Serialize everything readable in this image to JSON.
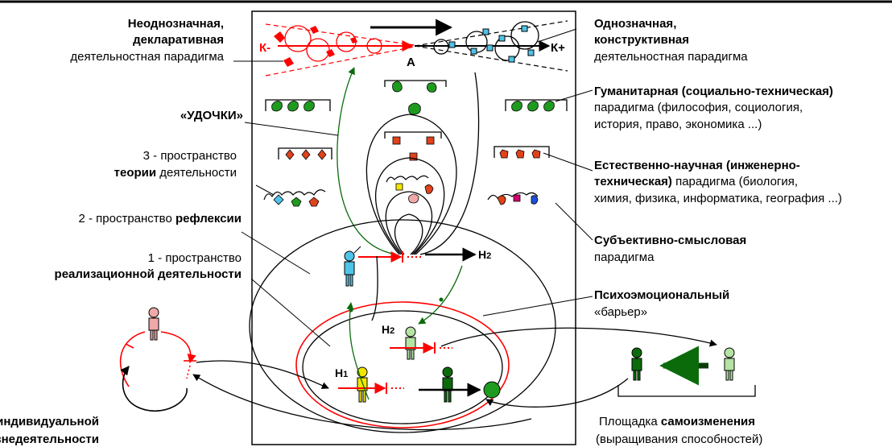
{
  "left_labels": {
    "declarative": {
      "line1": "Неоднозначная,",
      "line2": "декларативная",
      "line3": "деятельностная парадигма"
    },
    "udochki": "«УДОЧКИ»",
    "space3": {
      "line1": "3 - пространство",
      "bold": "теории",
      "rest": " деятельности"
    },
    "space2": {
      "plain": "2 - пространство ",
      "bold": "рефлексии"
    },
    "space1": {
      "line1": "1 - пространство",
      "line2": "реализационной деятельности"
    },
    "cycle": {
      "line1": "Цикл индивидуальной",
      "line2": "жизнедеятельности"
    }
  },
  "right_labels": {
    "constructive": {
      "line1": "Однозначная,",
      "line2": "конструктивная",
      "line3": "деятельностная парадигма"
    },
    "humanitarian": {
      "bold": "Гуманитарная (социально-техническая)",
      "line2": "парадигма (философия, социология,",
      "line3": "история, право, экономика ...)"
    },
    "natural": {
      "bold1": "Естественно-научная (инженерно-",
      "bold2": "техническая)",
      "rest2": " парадигма (биология,",
      "line3": "химия, физика, информатика, география ...)"
    },
    "subjective": {
      "bold": "Субъективно-смысловая",
      "line2": "парадигма"
    },
    "psycho": {
      "bold": "Психоэмоциональный",
      "line2": "«барьер»"
    },
    "selfchange": {
      "plain": "Площадка ",
      "bold": "самоизменения",
      "line2": "(выращивания способностей)"
    }
  },
  "diagram": {
    "k_minus": "К-",
    "k_plus": "К+",
    "point_a": "А",
    "h1": "Н",
    "h2": "Н",
    "sub2": "2",
    "sub1": "1"
  },
  "colors": {
    "red": "#ff0000",
    "dark_green": "#0b6b0b",
    "green": "#1e9b1e",
    "light_green": "#b5e3a3",
    "cyan": "#4fc3e8",
    "pink": "#f0a8a8",
    "yellow": "#f2e600",
    "orange_red": "#e0421b"
  }
}
